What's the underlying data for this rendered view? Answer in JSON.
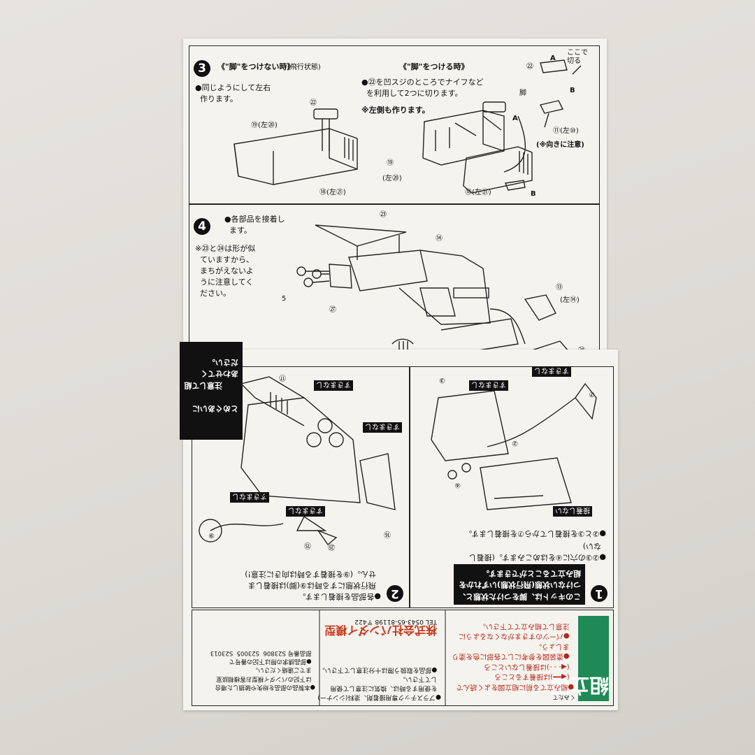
{
  "step3": {
    "number": "3",
    "left_title": "《\"脚\"をつけない時》",
    "left_title_note": "(飛行状態)",
    "left_text": "●同じようにして左右\n  作ります。",
    "right_title": "《\"脚\"をつける時》",
    "right_text": "●㉒を凹スジのところでナイフなど\n  を利用して2つに切ります。",
    "right_note": "※左側も作ります。",
    "cut_here": "ここで\n切る",
    "parts": {
      "p22_left": "㉒",
      "p19_left": "⑲(左⑳)",
      "p18_left": "⑱(左㉑)",
      "p22_right": "㉒",
      "leg": "脚",
      "A1": "A",
      "B1": "B",
      "A2": "A",
      "B2": "B",
      "p11": "⑪(左⑩)",
      "direction_note": "(※向きに注意)",
      "p19_right": "⑲",
      "p20_right": "(左⑳)",
      "p18_right": "⑱(左㉑)"
    }
  },
  "step4": {
    "number": "4",
    "text": "●各部品を接着し\n  ます。",
    "note": "※㉓と㉔は形が似\n  ていますから、\n  まちがえないよ\n  うに注意してく\n  ださい。",
    "parts": {
      "p23": "㉓",
      "p14": "⑭",
      "p5": "5",
      "p27": "㉗",
      "p13": "⑬",
      "p14b": "(左⑭)",
      "p24": "㉔"
    }
  },
  "step2": {
    "number": "2",
    "text": "●各部品を接着します。\n  飛行状態にする時は⑨(脚)は接着しま\n  せん。(⑨を接着する時は向きに注意!)",
    "blackbox": "注意して組\nあわせてく\nださい。",
    "blackbox_top": "とめぐあいに",
    "parts": {
      "p17": "⑰",
      "p16": "⑯",
      "p15": "⑮",
      "p25": "㉕",
      "p9": "⑨"
    },
    "arrow_labels": [
      "すきまなし",
      "すきまなし",
      "すきまなし",
      "すきまなし"
    ]
  },
  "step1": {
    "number": "1",
    "blackbox": "このキットは、脚をつけた状態と、\nつけない状態(飛行状態)いずれかを\n組み立てることができます。",
    "text1": "●②③の穴に④をはめこみます。(接着し\n  ない)",
    "text2": "●②と③を接着してから⑦を接着します。",
    "no_glue": "接着しない",
    "parts": {
      "p3": "③",
      "p7": "⑦",
      "p2": "②",
      "p4": "④"
    },
    "arrow_labels": [
      "すきまなし",
      "すきまなし"
    ]
  },
  "footer": {
    "title": "組立図",
    "title_sub": "くみたて",
    "instructions": "●組み立てる前に組立図をよく読んで\n  (◀━━)は接着するところ\n  (◀- - -)は接着しないところ\n  ●塗装図を参考にして各部に色を塗り\n  ましょう。\n  ●パーツのすきまがなくなるように\n  注意して組み立てて下さい。",
    "cautions": "●プラスチック専用接着剤、塗料(シンナー)\n  を使用する時は、換気に注意して使用\n  して下さい。\n  ●部品を取扱う際は十分注意して下さい。",
    "logo": "株式会社バンダイ模型",
    "address": "TEL 0543-65-81198 〒422",
    "right_text": "●本製品の部品を紛失や破損した場合\n  は下記のバンダイ模型お客様相談室\n  までご連絡ください。\n  ●部品請求の際は下記の番号で\n  部品番号 S23806  S23005  S23013"
  }
}
